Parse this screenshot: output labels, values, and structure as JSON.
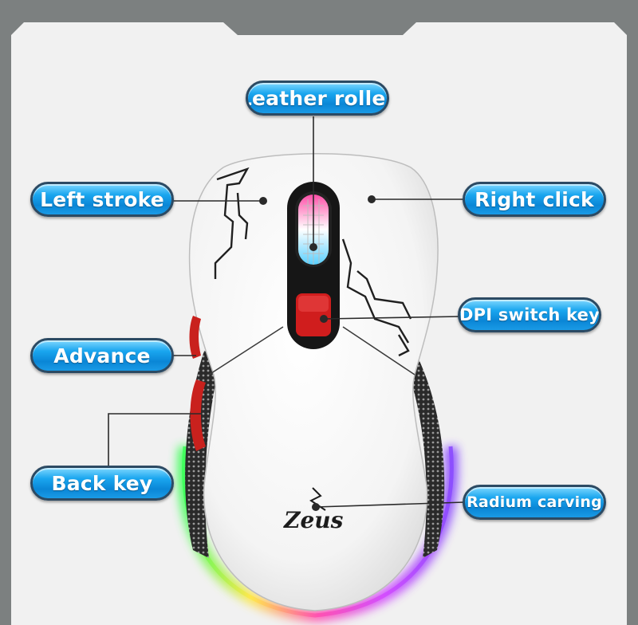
{
  "labels": {
    "leather_roller": "Leather roller",
    "left_stroke": "Left stroke",
    "right_click": "Right click",
    "dpi_switch_key": "DPI switch key",
    "advance": "Advance",
    "back_key": "Back key",
    "radium_carving": "Radium carving"
  },
  "logo": {
    "text": "Zeus"
  },
  "colors": {
    "background": "#7c8080",
    "panel": "#f2f2f2",
    "pill_blue": "#0a86d6",
    "accent_red": "#d01d1d"
  }
}
